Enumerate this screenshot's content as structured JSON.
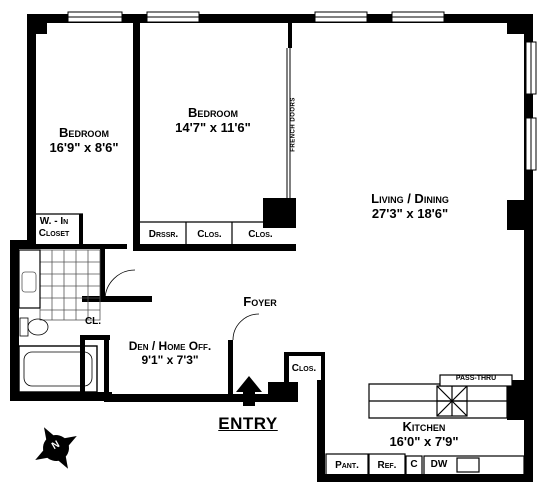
{
  "rooms": {
    "bedroom_left": {
      "name": "Bedroom",
      "dims": "16'9\" x 8'6\""
    },
    "bedroom_center": {
      "name": "Bedroom",
      "dims": "14'7\" x 11'6\""
    },
    "living_dining": {
      "name": "Living / Dining",
      "dims": "27'3\" x 18'6\""
    },
    "foyer": {
      "name": "Foyer"
    },
    "den": {
      "name": "Den / Home Off.",
      "dims": "9'1\" x 7'3\""
    },
    "kitchen": {
      "name": "Kitchen",
      "dims": "16'0\" x 7'9\""
    }
  },
  "closets": {
    "walk_in_line1": "W. - In",
    "walk_in_line2": "Closet",
    "dressr": "Drssr.",
    "clos1": "Clos.",
    "clos2": "Clos.",
    "clos_entry": "Clos.",
    "cl": "CL."
  },
  "kitchen_labels": {
    "pantry": "Pant.",
    "ref": "Ref.",
    "c": "C",
    "dw": "DW",
    "pass_thru": "Pass-Thru"
  },
  "french_doors": "French Doors",
  "entry": "ENTRY",
  "compass": "N",
  "colors": {
    "wall": "#000000",
    "fixture": "#555555",
    "background": "#ffffff"
  }
}
